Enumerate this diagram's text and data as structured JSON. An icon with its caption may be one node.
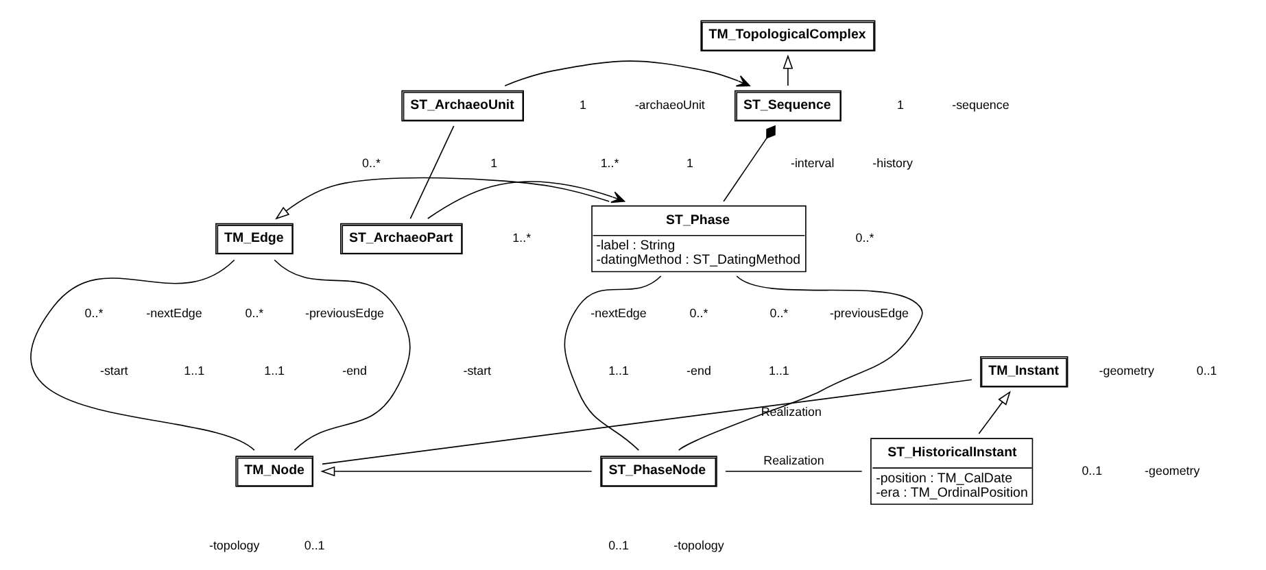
{
  "diagram": {
    "nodes": [
      {
        "text": [
          "TM_TopologicalComplex"
        ]
      },
      {
        "text": [
          "ST_Sequence"
        ]
      },
      {
        "text": [
          "ST_ArchaeoUnit"
        ]
      },
      {
        "text": [
          "ST_Phase",
          "-label : String",
          "-datingMethod : ST_DatingMethod"
        ]
      },
      {
        "text": [
          "TM_Edge"
        ]
      },
      {
        "text": [
          "ST_ArchaeoPart"
        ]
      },
      {
        "text": [
          "TM_Instant"
        ]
      },
      {
        "text": [
          "TM_Node"
        ]
      },
      {
        "text": [
          "ST_PhaseNode"
        ]
      },
      {
        "text": [
          "ST_HistoricalInstant",
          "-position : TM_CalDate",
          "-era : TM_OrdinalPosition"
        ]
      }
    ],
    "edges": [
      {
        "from": 1,
        "to": 0,
        "arrow": "to"
      },
      {
        "from": 2,
        "to": 1,
        "arrow": "to"
      },
      {
        "from": 1,
        "to": 3,
        "arrow": "other"
      },
      {
        "from": 2,
        "to": 5,
        "arrow": "none"
      },
      {
        "from": 5,
        "to": 3,
        "arrow": "to"
      },
      {
        "from": 3,
        "to": 4,
        "arrow": "to"
      },
      {
        "from": 4,
        "to": 7,
        "arrow": "none"
      },
      {
        "from": 4,
        "to": 7,
        "arrow": "none"
      },
      {
        "from": 3,
        "to": 8,
        "arrow": "none"
      },
      {
        "from": 3,
        "to": 8,
        "arrow": "none"
      },
      {
        "from": 8,
        "to": 7,
        "arrow": "to"
      },
      {
        "from": 9,
        "to": 6,
        "arrow": "to"
      },
      {
        "from": 8,
        "to": 9,
        "arrow": "none",
        "label": "Realization"
      },
      {
        "from": 7,
        "to": 6,
        "arrow": "none",
        "label": "Realization"
      }
    ],
    "labels": [
      "-sequence",
      "-archaeoUnit",
      "1",
      "1",
      "1",
      "-history",
      "1..*",
      "-interval",
      "1",
      "0..*",
      "0..*",
      "1..*",
      "0..*",
      "-previousEdge",
      "-start",
      "1..1",
      "0..*",
      "-nextEdge",
      "1..1",
      "-end",
      "-nextEdge",
      "0..*",
      "1..1",
      "-start",
      "0..*",
      "-previousEdge",
      "1..1",
      "-end",
      "0..1",
      "-topology",
      "0..1",
      "-geometry",
      "-topology",
      "0..1",
      "-geometry",
      "0..1"
    ]
  }
}
